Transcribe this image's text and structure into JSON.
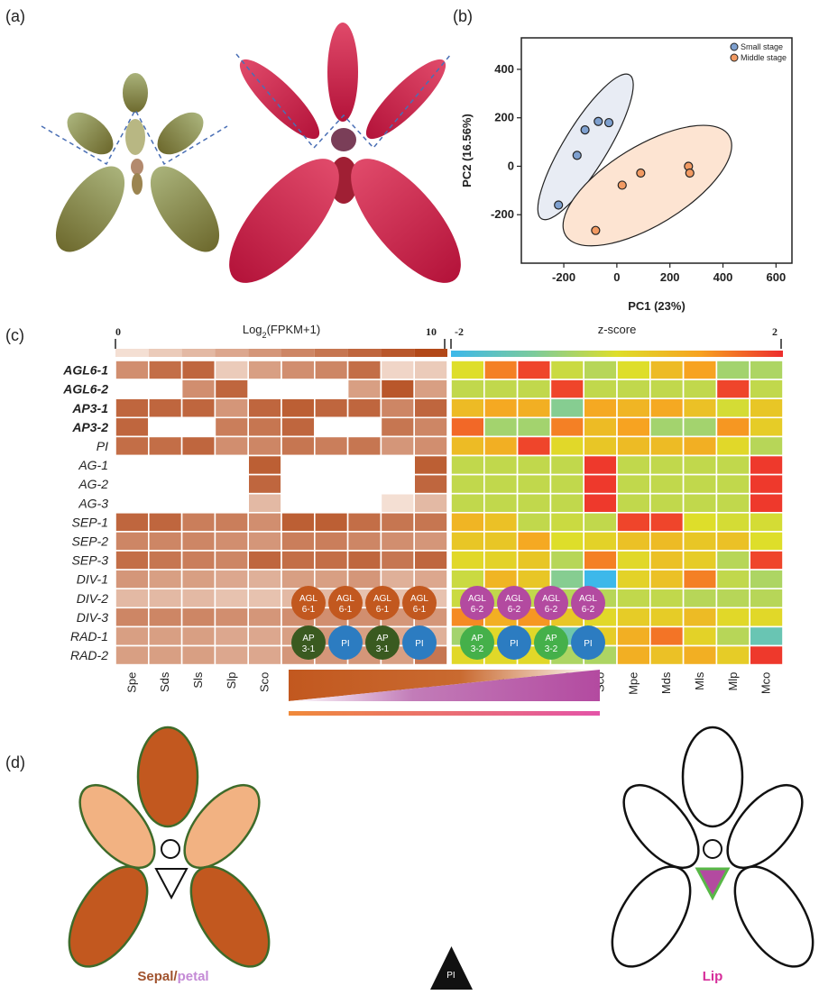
{
  "panels": {
    "a": "(a)",
    "b": "(b)",
    "c": "(c)",
    "d": "(d)"
  },
  "colors": {
    "brown": "#c2581f",
    "light_orange": "#f2b282",
    "purple": "#b34aa0",
    "green_outline": "#3e6b2a",
    "ellipse_blue": "#e8ecf4",
    "ellipse_orange": "#fde4d2",
    "point_blue": "#7ea0cf",
    "point_orange": "#f29a62",
    "ap31": "#3a5a20",
    "ap32": "#45b04a",
    "pi_blue": "#2c7cc1",
    "lip_green": "#58b847"
  },
  "chart_data": {
    "type": "scatter",
    "xlabel": "PC1 (23%)",
    "ylabel": "PC2 (16.56%)",
    "xlim": [
      -360,
      660
    ],
    "ylim": [
      -400,
      530
    ],
    "xticks": [
      "-200",
      "0",
      "200",
      "400",
      "600"
    ],
    "xtick_vals": [
      -200,
      0,
      200,
      400,
      600
    ],
    "yticks": [
      "400",
      "200",
      "0",
      "-200"
    ],
    "ytick_vals": [
      400,
      200,
      0,
      -200
    ],
    "legend_position": "top-right",
    "series": [
      {
        "name": "Small stage",
        "color": "#7ea0cf",
        "points": [
          [
            -220,
            -160
          ],
          [
            -150,
            45
          ],
          [
            -120,
            150
          ],
          [
            -70,
            185
          ],
          [
            -30,
            180
          ]
        ]
      },
      {
        "name": "Middle stage",
        "color": "#f29a62",
        "points": [
          [
            -80,
            -265
          ],
          [
            20,
            -78
          ],
          [
            90,
            -28
          ],
          [
            270,
            0
          ],
          [
            275,
            -28
          ]
        ]
      }
    ]
  },
  "heatmap": {
    "fpkm_header": "Log2(FPKM+1)",
    "fpkm_min": "0",
    "fpkm_max": "10",
    "z_header": "z-score",
    "z_min": "-2",
    "z_max": "2",
    "genes": [
      "AGL6-1",
      "AGL6-2",
      "AP3-1",
      "AP3-2",
      "PI",
      "AG-1",
      "AG-2",
      "AG-3",
      "SEP-1",
      "SEP-2",
      "SEP-3",
      "DIV-1",
      "DIV-2",
      "DIV-3",
      "RAD-1",
      "RAD-2"
    ],
    "bold_genes": [
      "AGL6-1",
      "AGL6-2",
      "AP3-1",
      "AP3-2"
    ],
    "columns": [
      "Spe",
      "Sds",
      "Sls",
      "Slp",
      "Sco",
      "Mpe",
      "Mds",
      "Mls",
      "Mlp",
      "Mco"
    ],
    "fpkm": [
      [
        5.5,
        7.5,
        8,
        2,
        4.5,
        5.5,
        6,
        7.5,
        1.5,
        2
      ],
      [
        0,
        0,
        5.5,
        8,
        0,
        0,
        0,
        4.5,
        9,
        4.5
      ],
      [
        8,
        8,
        8,
        5,
        8,
        8.5,
        8,
        8,
        6,
        8
      ],
      [
        8,
        0,
        0,
        6.5,
        7,
        8,
        0,
        0,
        7,
        6
      ],
      [
        7.5,
        7.5,
        8,
        5.5,
        6,
        7,
        6.5,
        7,
        5,
        5.5
      ],
      [
        0,
        0,
        0,
        0,
        8.5,
        0,
        0,
        0,
        0,
        8.5
      ],
      [
        0,
        0,
        0,
        0,
        8,
        0,
        0,
        0,
        0,
        8
      ],
      [
        0,
        0,
        0,
        0,
        3,
        0,
        0,
        0,
        1,
        3
      ],
      [
        8,
        8,
        6.5,
        6.5,
        5.5,
        8.5,
        8.5,
        7.5,
        7,
        7
      ],
      [
        6,
        6,
        6,
        5.5,
        5,
        6.5,
        6.5,
        6,
        5.5,
        5
      ],
      [
        7.5,
        7,
        6.5,
        6,
        8,
        7.5,
        7.5,
        8,
        7,
        8
      ],
      [
        5,
        4.5,
        4.5,
        4,
        3.5,
        4.5,
        4.5,
        5,
        3.5,
        4
      ],
      [
        3,
        3,
        3,
        2.5,
        2.5,
        3,
        3,
        2.5,
        2.5,
        2.5
      ],
      [
        6,
        6,
        6,
        5.5,
        5,
        5.5,
        5.5,
        5.5,
        5,
        5
      ],
      [
        4.5,
        4.5,
        4.5,
        4,
        4,
        4.5,
        5,
        4.5,
        4,
        3.5
      ],
      [
        4.5,
        4.5,
        4.5,
        4,
        4,
        5,
        5,
        5,
        4.5,
        7
      ]
    ],
    "zscore": [
      [
        0,
        1.3,
        1.8,
        -0.2,
        -0.4,
        0,
        0.6,
        1,
        -0.6,
        -0.5
      ],
      [
        -0.3,
        -0.3,
        -0.3,
        1.8,
        -0.3,
        -0.3,
        -0.3,
        -0.3,
        1.8,
        -0.3
      ],
      [
        0.6,
        0.9,
        0.8,
        -0.9,
        0.9,
        0.7,
        0.9,
        0.5,
        -0.1,
        0.4
      ],
      [
        1.5,
        -0.6,
        -0.6,
        1.3,
        0.6,
        1,
        -0.6,
        -0.6,
        1.1,
        0.3
      ],
      [
        0.6,
        0.8,
        1.8,
        0.1,
        0.4,
        0.6,
        0.6,
        0.8,
        0.1,
        -0.4
      ],
      [
        -0.3,
        -0.3,
        -0.3,
        -0.3,
        1.9,
        -0.3,
        -0.3,
        -0.3,
        -0.3,
        1.9
      ],
      [
        -0.3,
        -0.3,
        -0.3,
        -0.3,
        1.9,
        -0.3,
        -0.3,
        -0.3,
        -0.3,
        1.9
      ],
      [
        -0.3,
        -0.3,
        -0.3,
        -0.3,
        1.9,
        -0.3,
        -0.3,
        -0.3,
        -0.3,
        1.9
      ],
      [
        0.7,
        0.5,
        -0.3,
        -0.2,
        -0.3,
        1.8,
        1.8,
        0,
        -0.1,
        -0.1
      ],
      [
        0.4,
        0.4,
        0.9,
        0,
        0.2,
        0.5,
        0.6,
        0.4,
        0.5,
        0
      ],
      [
        0.1,
        0.2,
        0.4,
        -0.4,
        1.3,
        0.1,
        0.5,
        0.3,
        -0.4,
        1.8
      ],
      [
        -0.2,
        0.7,
        0.4,
        -0.9,
        -2,
        0.2,
        0.5,
        1.3,
        -0.3,
        -0.5
      ],
      [
        -0.2,
        -0.3,
        -0.3,
        -0.4,
        -0.4,
        -0.3,
        -0.3,
        -0.4,
        -0.4,
        -0.4
      ],
      [
        1.2,
        0.8,
        1.1,
        0.4,
        0.1,
        0.3,
        0.3,
        0.6,
        0.1,
        0.1
      ],
      [
        -0.6,
        0.1,
        0.1,
        -1.2,
        0.3,
        0.8,
        1.4,
        0.2,
        -0.4,
        -1.3
      ],
      [
        0.1,
        0.1,
        0.1,
        -0.5,
        -0.5,
        0.8,
        0.5,
        0.8,
        0.3,
        1.9
      ]
    ]
  },
  "model": {
    "row1_left": [
      "AGL\n6-1",
      "AGL\n6-1",
      "AGL\n6-1",
      "AGL\n6-1"
    ],
    "row1_right": [
      "AGL\n6-2",
      "AGL\n6-2",
      "AGL\n6-2",
      "AGL\n6-2"
    ],
    "row2": [
      {
        "label": "AP\n3-1",
        "kind": "ap31"
      },
      {
        "label": "PI",
        "kind": "pi"
      },
      {
        "label": "AP\n3-1",
        "kind": "ap31"
      },
      {
        "label": "PI",
        "kind": "pi"
      },
      {
        "label": "AP\n3-2",
        "kind": "ap32"
      },
      {
        "label": "PI",
        "kind": "pi"
      },
      {
        "label": "AP\n3-2",
        "kind": "ap32"
      },
      {
        "label": "PI",
        "kind": "pi"
      }
    ],
    "pi_triangle_label": "PI",
    "caption_left_1": "Sepal",
    "caption_left_sep": "/",
    "caption_left_2": "petal",
    "caption_right": "Lip"
  }
}
